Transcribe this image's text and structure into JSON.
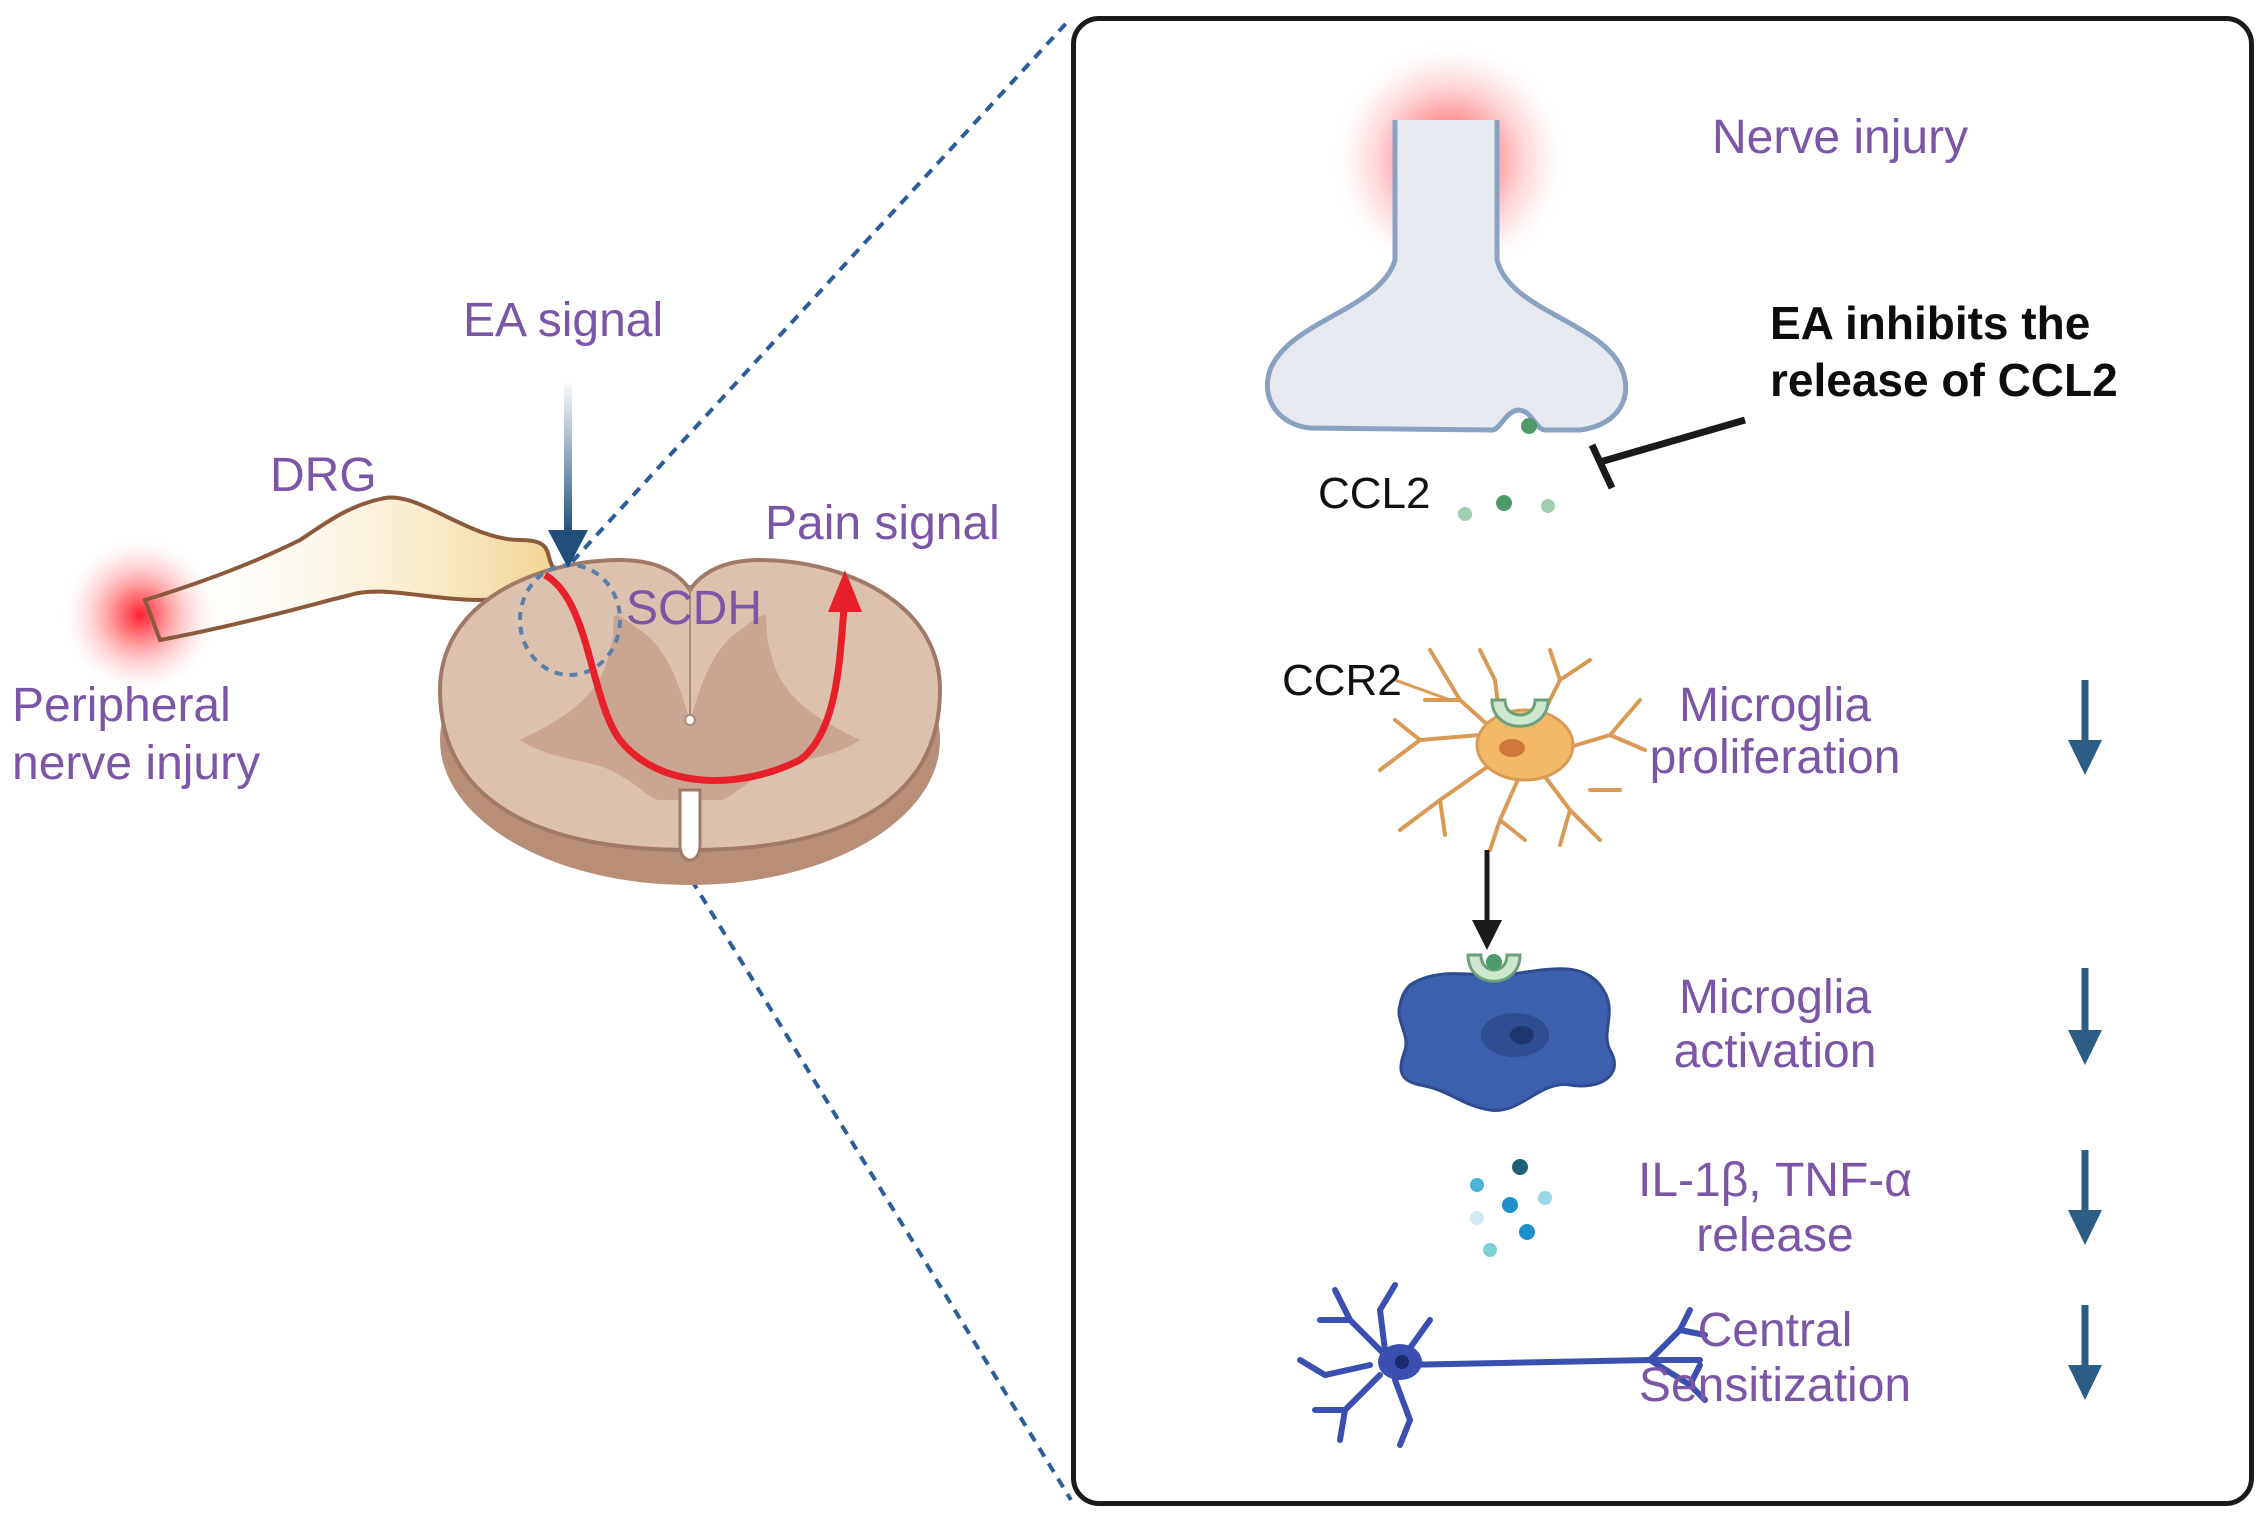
{
  "left": {
    "ea_signal": "EA signal",
    "drg": "DRG",
    "pain_signal": "Pain signal",
    "scdh": "SCDH",
    "peripheral_line1": "Peripheral",
    "peripheral_line2": "nerve injury"
  },
  "panel": {
    "nerve_injury": "Nerve injury",
    "ea_inhibits_line1": "EA inhibits the",
    "ea_inhibits_line2": "release of CCL2",
    "ccl2": "CCL2",
    "ccr2": "CCR2",
    "outcomes": [
      {
        "line1": "Microglia",
        "line2": "proliferation"
      },
      {
        "line1": "Microglia",
        "line2": "activation"
      },
      {
        "line1": "IL-1β, TNF-α",
        "line2": "release"
      },
      {
        "line1": "Central",
        "line2": "Sensitization"
      }
    ]
  },
  "colors": {
    "label_purple": "#7b56a6",
    "arrow_blue": "#1f4e79",
    "pain_red": "#e8202a",
    "spinal_tan": "#d9b8a4",
    "drg_yellow": "#f0d28a",
    "microglia_orange": "#f2b867",
    "activated_microglia": "#3c5fae",
    "neuron_blue": "#3b4fb0"
  }
}
